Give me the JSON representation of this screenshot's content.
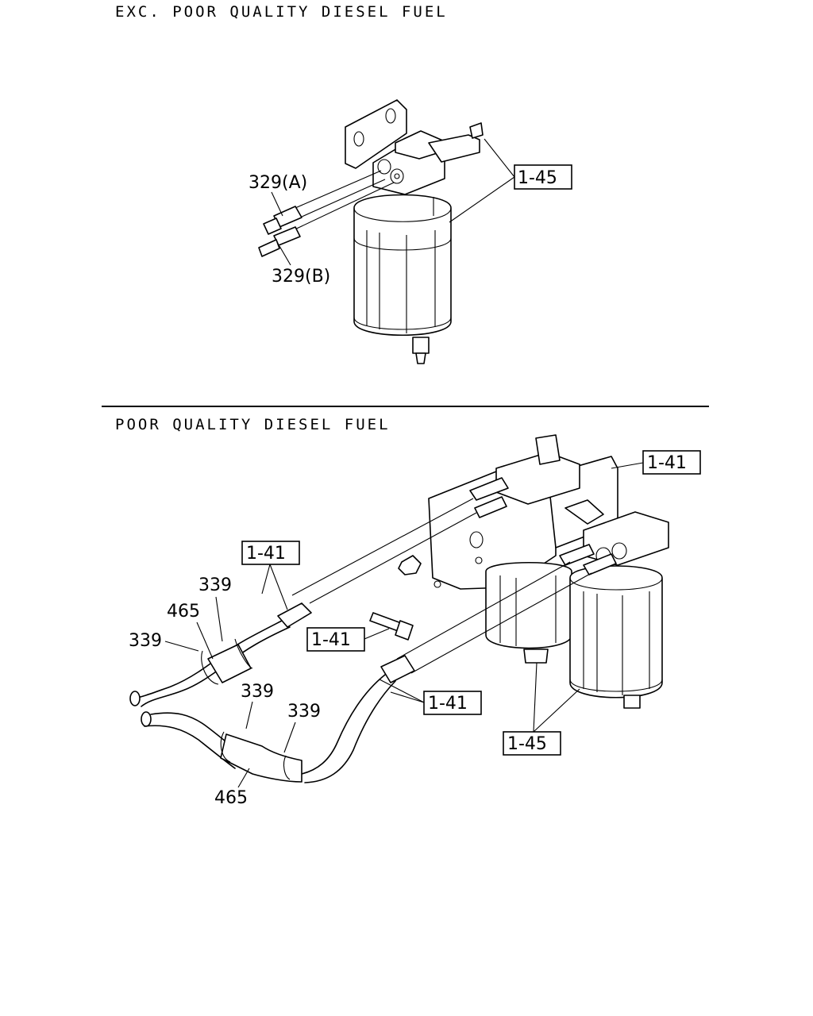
{
  "sections": [
    {
      "title": "EXC. POOR QUALITY DIESEL FUEL"
    },
    {
      "title": "POOR QUALITY DIESEL FUEL"
    }
  ],
  "callouts": {
    "top": {
      "c1_45": "1-45",
      "c329a": "329(A)",
      "c329b": "329(B)"
    },
    "bottom": {
      "c1_41_bracket": "1-41",
      "c1_41_upper_hose": "1-41",
      "c1_41_bolt": "1-41",
      "c1_41_lower_hose": "1-41",
      "c1_45": "1-45",
      "c339_a": "339",
      "c339_b": "339",
      "c339_c": "339",
      "c339_d": "339",
      "c465_a": "465",
      "c465_b": "465"
    }
  }
}
